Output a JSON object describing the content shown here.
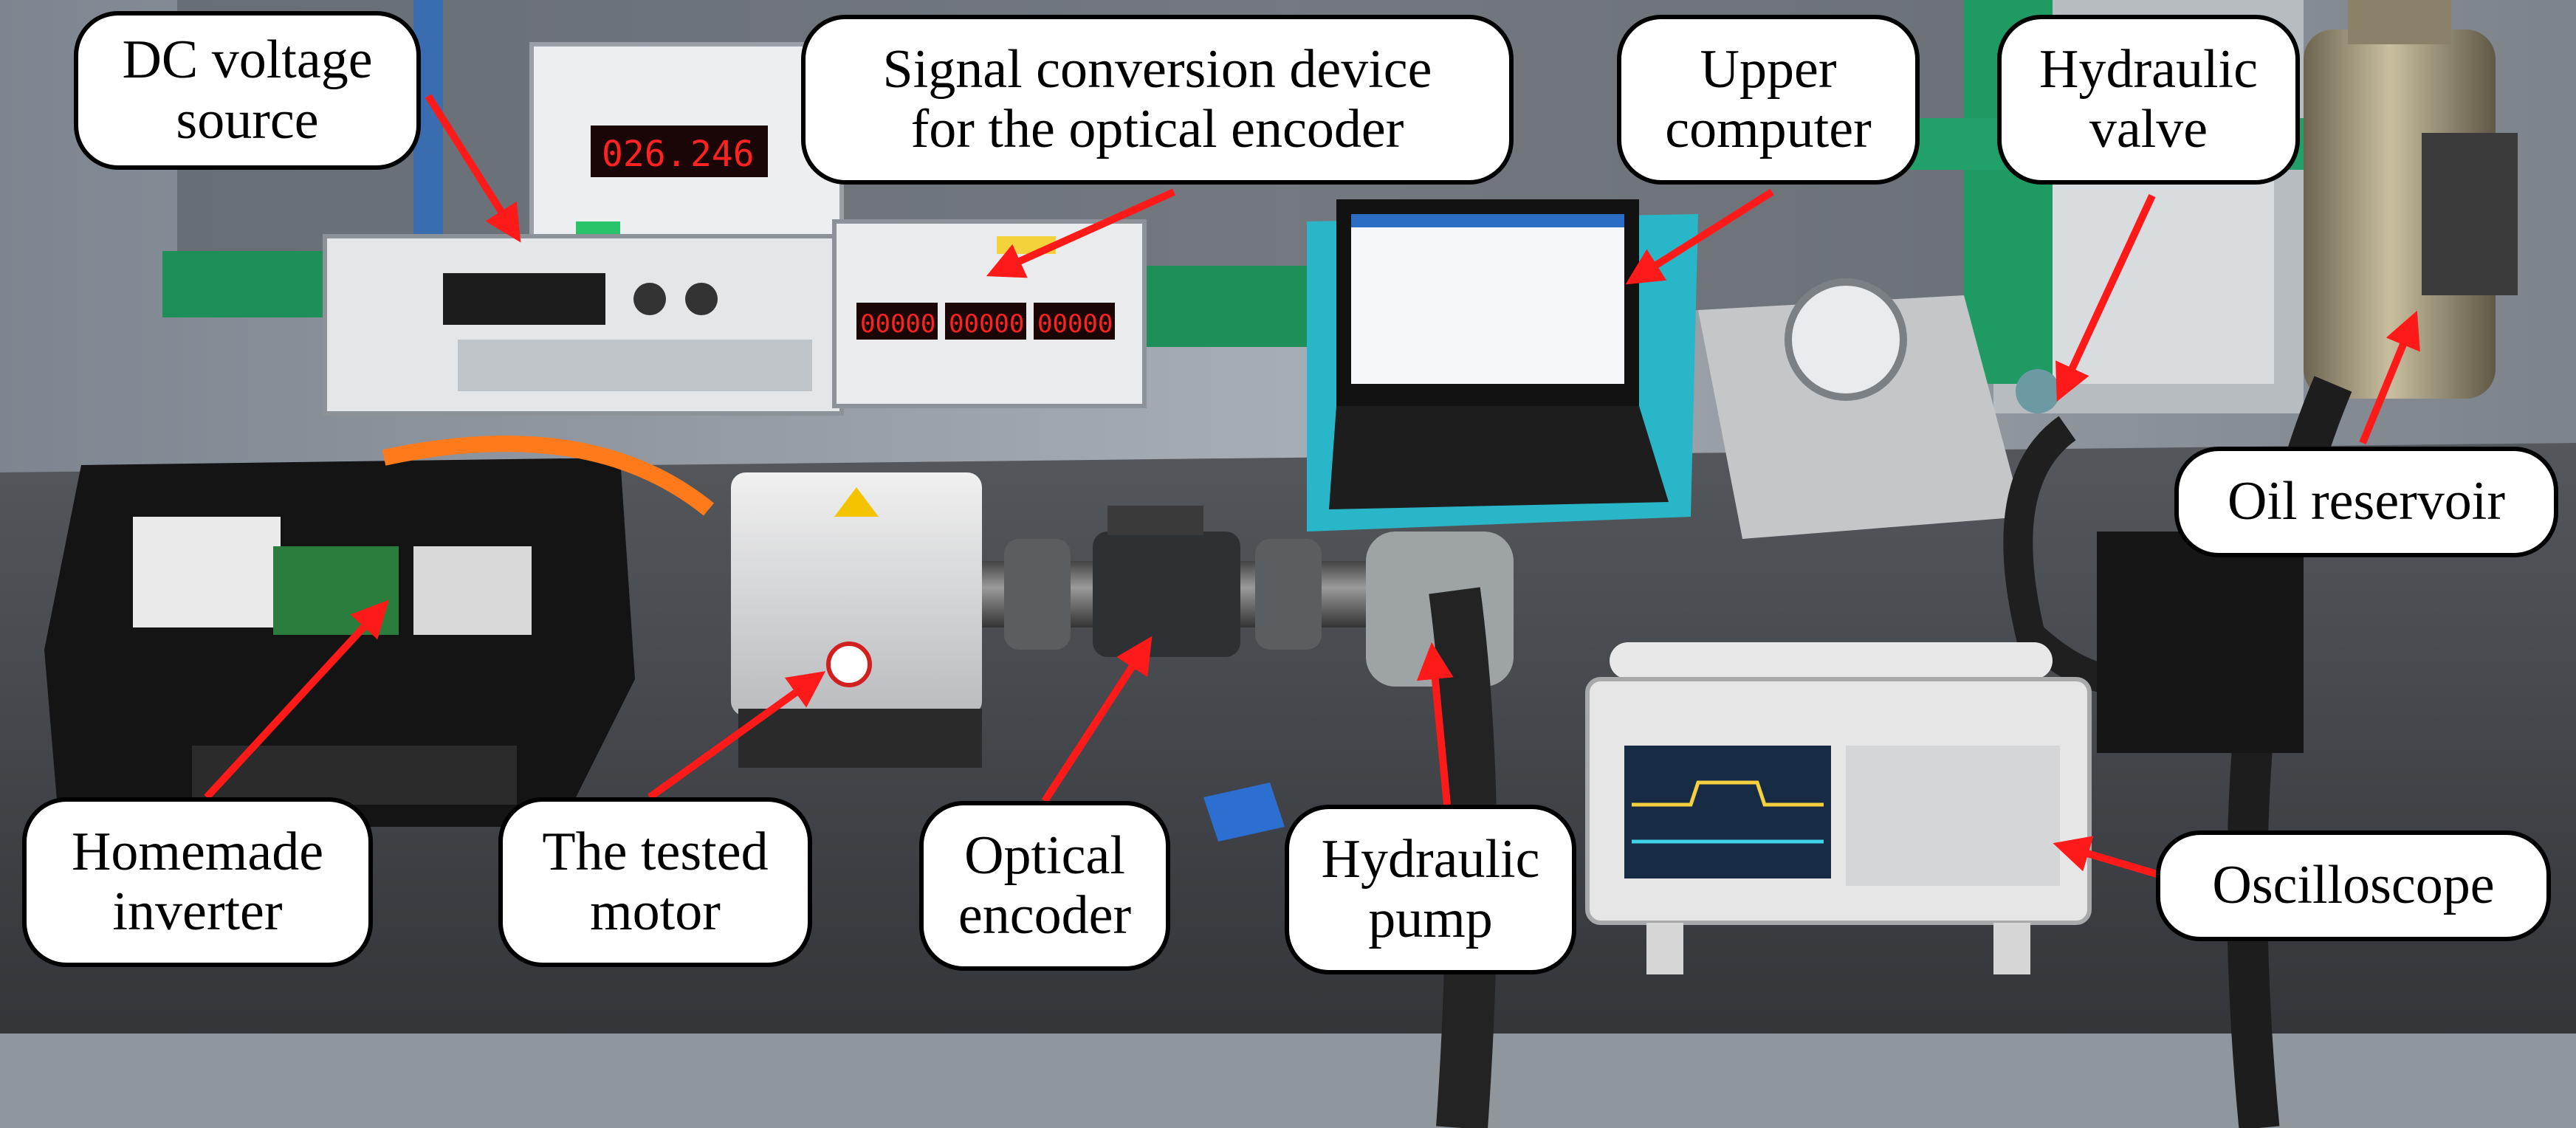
{
  "callouts": {
    "dc_voltage_source": [
      "DC voltage",
      "source"
    ],
    "signal_conversion": [
      "Signal conversion device",
      "for the optical encoder"
    ],
    "upper_computer": [
      "Upper",
      "computer"
    ],
    "hydraulic_valve": [
      "Hydraulic",
      "valve"
    ],
    "oil_reservoir": [
      "Oil reservoir"
    ],
    "homemade_inverter": [
      "Homemade",
      "inverter"
    ],
    "tested_motor": [
      "The tested",
      "motor"
    ],
    "optical_encoder": [
      "Optical",
      "encoder"
    ],
    "hydraulic_pump": [
      "Hydraulic",
      "pump"
    ],
    "oscilloscope": [
      "Oscilloscope"
    ]
  },
  "equipment_displays": {
    "dc_source_readout": [
      "026.",
      "246"
    ],
    "signal_device_readout": [
      "00000",
      "00000",
      "00000"
    ]
  },
  "colors": {
    "arrow": "#ff1a1a",
    "callout_fill": "#ffffff",
    "callout_border": "#000000",
    "bench_green": "#1f8f5a",
    "teal_stand": "#29b6c8",
    "led_red": "#ff2222"
  }
}
